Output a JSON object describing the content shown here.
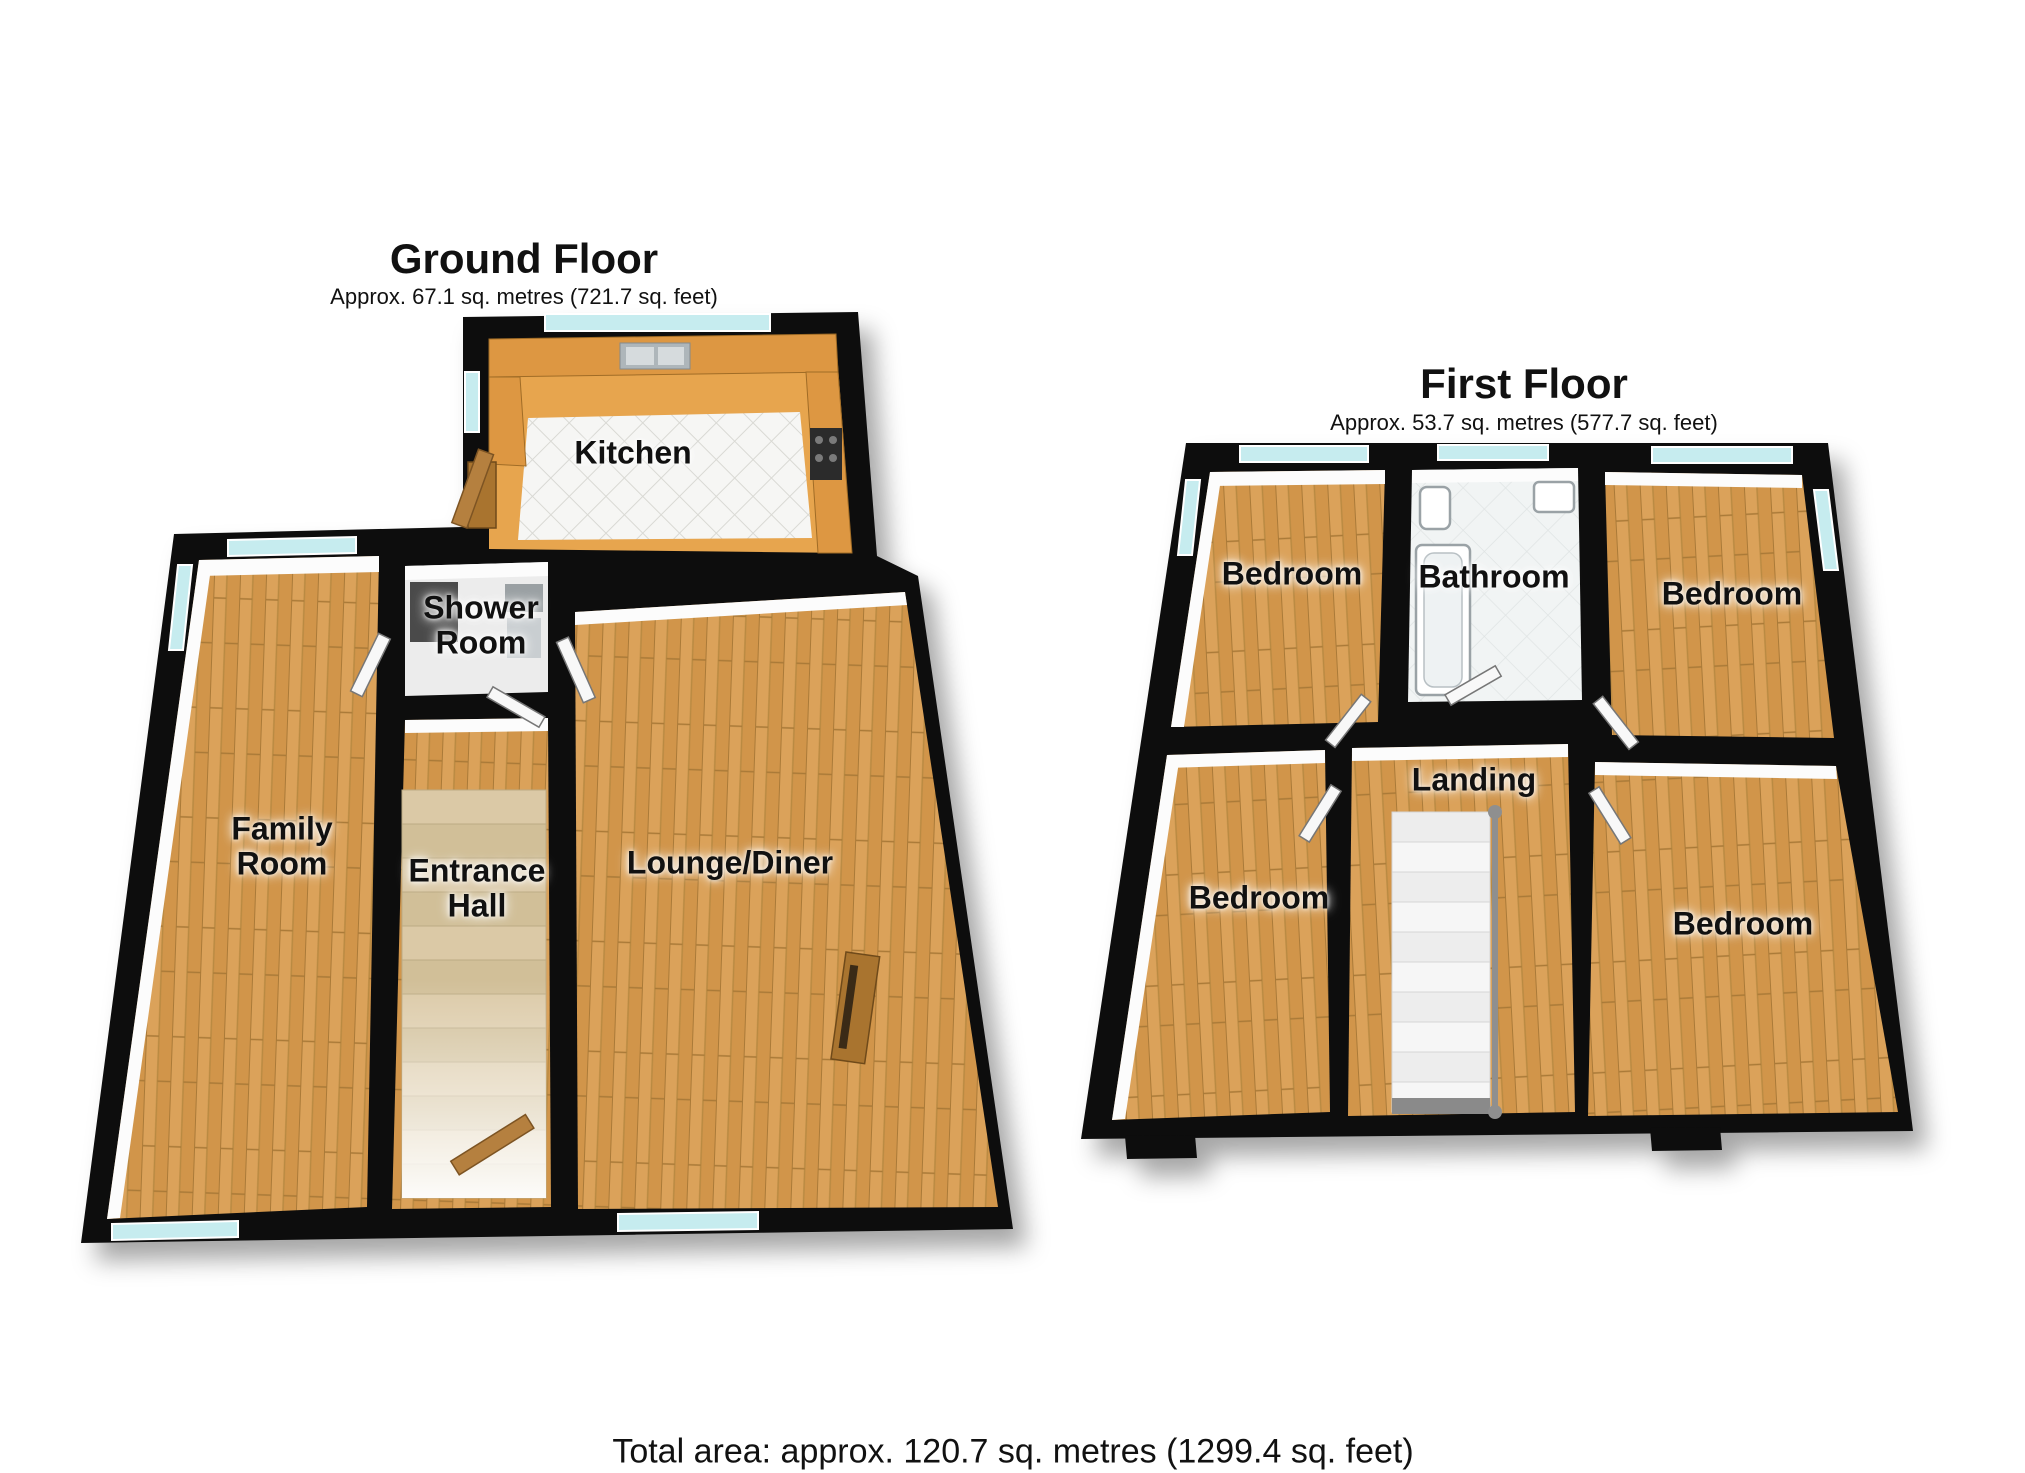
{
  "ground_floor": {
    "title": "Ground Floor",
    "subtitle": "Approx. 67.1 sq. metres (721.7 sq. feet)",
    "rooms": {
      "kitchen": "Kitchen",
      "shower_room": "Shower Room",
      "family_room": "Family Room",
      "entrance_hall": "Entrance Hall",
      "lounge_diner": "Lounge/Diner"
    }
  },
  "first_floor": {
    "title": "First Floor",
    "subtitle": "Approx. 53.7 sq. metres (577.7 sq. feet)",
    "rooms": {
      "bedroom_top_left": "Bedroom",
      "bathroom": "Bathroom",
      "bedroom_top_right": "Bedroom",
      "landing": "Landing",
      "bedroom_bottom_left": "Bedroom",
      "bedroom_bottom_right": "Bedroom"
    }
  },
  "footer": {
    "total_area": "Total area: approx. 120.7 sq. metres (1299.4 sq. feet)"
  },
  "colors": {
    "wall": "#0d0d0d",
    "wood_floor": "#dca45a",
    "kitchen_counter": "#dd9742",
    "window_glass": "#c6ecef",
    "stair_carpet": "#d9c7a3",
    "label_text": "#111111"
  }
}
